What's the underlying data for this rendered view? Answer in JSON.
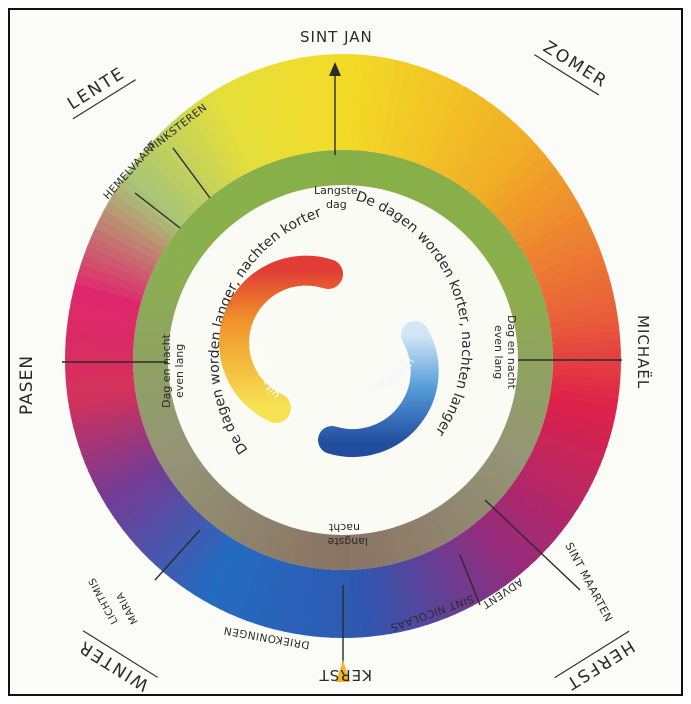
{
  "seasons": {
    "spring": "LENTE",
    "summer": "ZOMER",
    "autumn": "HERFST",
    "winter": "WINTER"
  },
  "festivals": {
    "sint_jan": "SINT JAN",
    "michael": "MICHAËL",
    "pasen": "PASEN",
    "kerst": "KERST",
    "hemelvaart": "HEMELVAART",
    "pinksteren": "PINKSTEREN",
    "sint_maarten": "SINT MAARTEN",
    "sint_nicolaas": "SINT NICOLAAS",
    "advent": "ADVENT",
    "driekoningen": "DRIEKONINGEN",
    "maria_lichtmis_1": "MARIA",
    "maria_lichtmis_2": "LICHTMIS"
  },
  "inner": {
    "langste_dag_1": "Langste",
    "langste_dag_2": "dag",
    "langste_nacht_1": "langste",
    "langste_nacht_2": "nacht",
    "equal_right_1": "Dag en nacht",
    "equal_right_2": "even lang",
    "equal_left_1": "Dag en nacht",
    "equal_left_2": "even lang",
    "shorter_text": "De dagen worden korter, nachten langer",
    "longer_text": "De dagen worden langer, nachten korter",
    "uitademen": "uitademen",
    "inademen": "inademen"
  },
  "colors": {
    "summer": "#f3dd2b",
    "autumn": "#e0254f",
    "winter": "#2b62b8",
    "spring": "#8fc04a",
    "ring": "#8fae4c"
  }
}
